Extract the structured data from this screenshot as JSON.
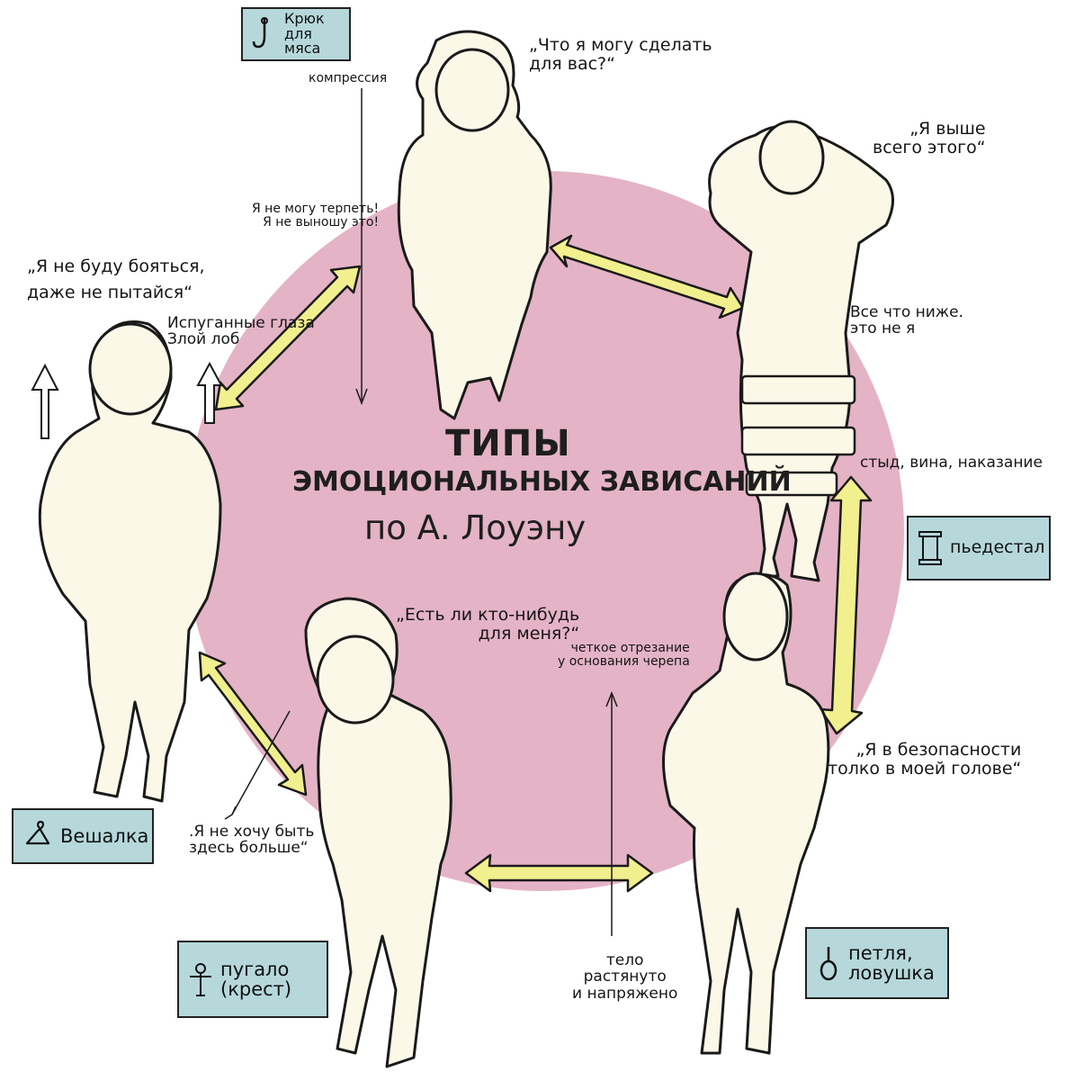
{
  "title": {
    "line1": "ТИПЫ",
    "line2": "ЭМОЦИОНАЛЬНЫХ ЗАВИСАНИЙ",
    "line3": "по А. Лоуэну"
  },
  "colors": {
    "circle": "#e4b3c6",
    "arrow_fill": "#f2ef8e",
    "tag_fill": "#b6d8db",
    "figure_fill": "#fbf8e8",
    "ink": "#1a1a1a"
  },
  "tags": {
    "hook": {
      "label": "Крюк\nдля мяса",
      "icon": "meat-hook-icon"
    },
    "pedestal": {
      "label": "пьедестал",
      "icon": "column-icon"
    },
    "noose": {
      "label": "петля,\nловушка",
      "icon": "noose-icon"
    },
    "scarecrow": {
      "label": "пугало\n(крест)",
      "icon": "scarecrow-icon"
    },
    "hanger": {
      "label": "Вешалка",
      "icon": "hanger-icon"
    }
  },
  "quotes": {
    "hook": "„Что я могу сделать\nдля вас?“",
    "pedestal": "„Я выше\nвсего этого“",
    "noose": "„Я в безопасности\nтолко в моей голове“",
    "scarecrow": "„Есть ли кто-нибудь\nдля меня?“",
    "scarecrow_bottom": ".Я не хочу быть\nздесь больше“",
    "hanger": "„Я не буду бояться,\nдаже не пытайся“"
  },
  "notes": {
    "compression": "компрессия",
    "cant_stand": "Я не могу терпеть!\nЯ не выношу это!",
    "below_not_me": "Все что ниже.\nэто не я",
    "shame": "стыд, вина, наказание",
    "cut_at_skull": "четкое отрезание\nу основания черепа",
    "body_stretched": "тело\nрастянуто\nи напряжено",
    "eyes_forehead": "Испуганные глаза\nЗлой лоб"
  }
}
